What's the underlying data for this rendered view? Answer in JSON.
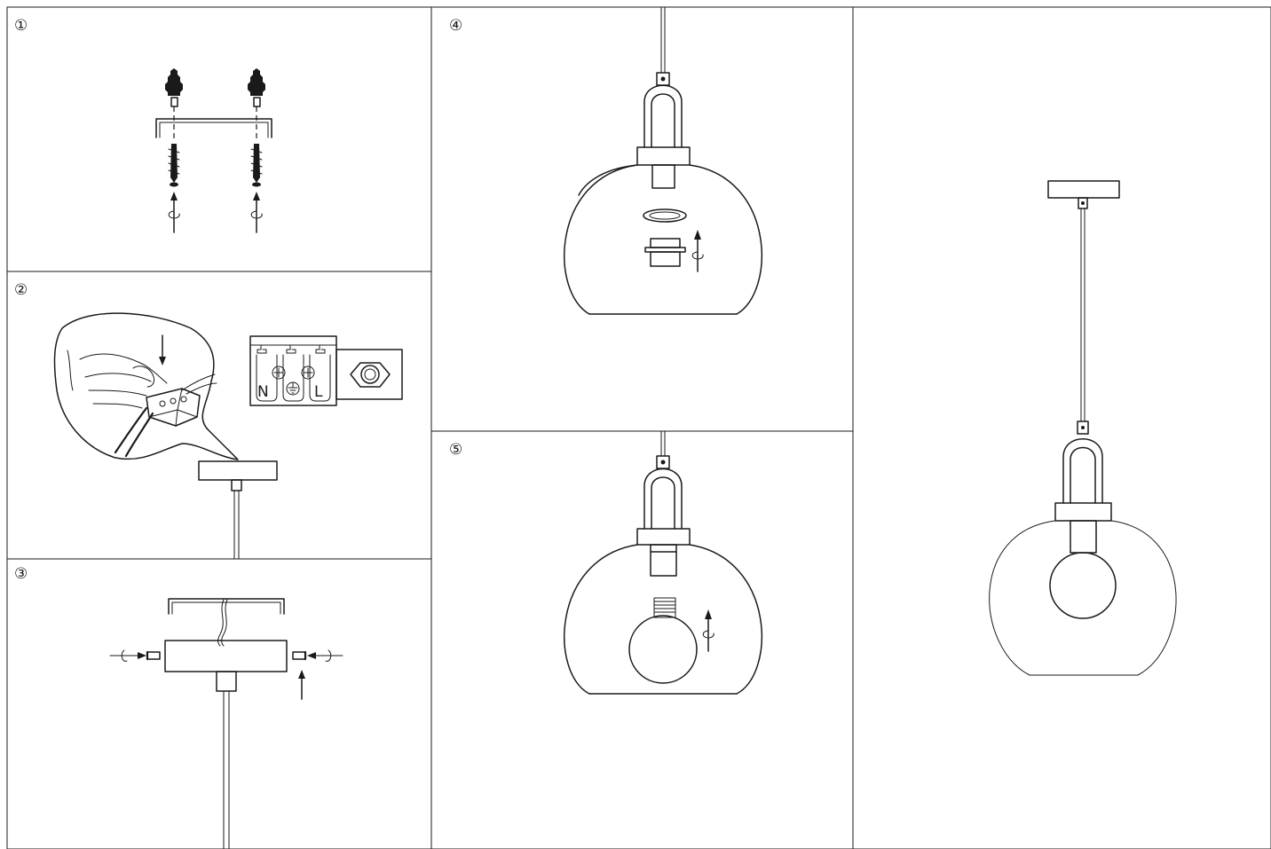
{
  "steps": [
    {
      "id": 1,
      "marker": "①"
    },
    {
      "id": 2,
      "marker": "②"
    },
    {
      "id": 3,
      "marker": "③"
    },
    {
      "id": 4,
      "marker": "④"
    },
    {
      "id": 5,
      "marker": "⑤"
    }
  ],
  "terminal_block": {
    "neutral_label": "N",
    "live_label": "L",
    "earth_symbol": "earth-ground-icon"
  },
  "icons": [
    "screw-icon",
    "wall-plug-icon",
    "rotate-arrow-icon",
    "push-arrow-icon",
    "hand-icon",
    "nut-icon",
    "glass-globe-icon",
    "light-bulb-icon",
    "lamp-holder-icon"
  ]
}
